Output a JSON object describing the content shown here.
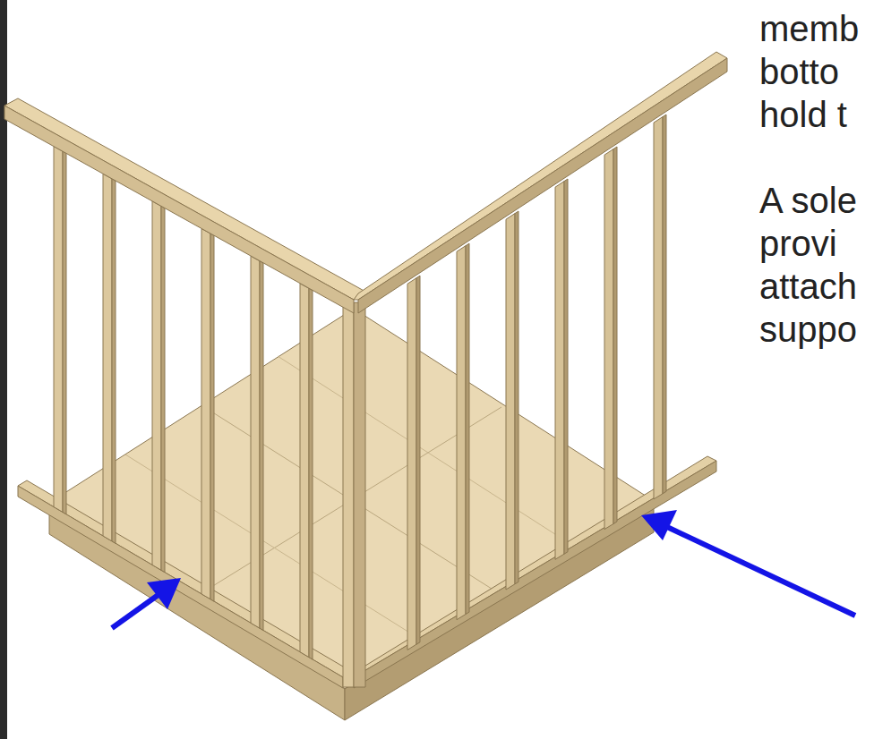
{
  "diagram": {
    "labels": [
      "memb",
      "botto",
      "hold t",
      "A sole",
      "provi",
      "attach",
      "suppo"
    ]
  }
}
